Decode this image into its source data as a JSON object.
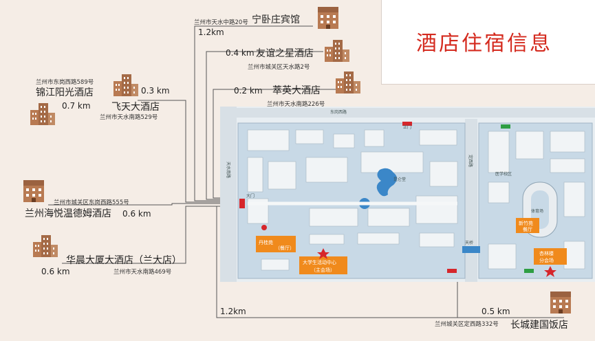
{
  "title": "酒店住宿信息",
  "hotels": [
    {
      "name": "宁卧庄宾馆",
      "address": "兰州市天水中路20号",
      "distance": "1.2km"
    },
    {
      "name": "友谊之星酒店",
      "address": "兰州市城关区天水路2号",
      "distance": "0.4 km"
    },
    {
      "name": "萃英大酒店",
      "address": "兰州市天水南路226号",
      "distance": "0.2 km"
    },
    {
      "name": "锦江阳光酒店",
      "address": "兰州市东岗西路589号",
      "distance": "0.7 km"
    },
    {
      "name": "飞天大酒店",
      "address": "兰州市天水南路529号",
      "distance": "0.3 km"
    },
    {
      "name": "兰州海悦温德姆酒店",
      "address": "兰州市城关区东岗西路555号",
      "distance": "0.6 km"
    },
    {
      "name": "华晨大厦大酒店（兰大店）",
      "address": "兰州市天水南路469号",
      "distance": "0.6 km"
    },
    {
      "name": "长城建国饭店",
      "address": "兰州城关区定西路332号",
      "distance": "0.5 km"
    }
  ],
  "extra_distance": "1.2km",
  "campus": {
    "venue_main": "大学生活动中心",
    "venue_main_sub": "（主会场）",
    "venue_dan": "丹桂苑",
    "venue_dan_sub": "（餐厅）",
    "venue_xin": "新竹苑",
    "venue_xin_sub": "餐厅",
    "venue_sub": "杏林楼",
    "venue_sub2": "分会场",
    "label_gate": "大门",
    "label_tq": "天桥",
    "label_west_gate": "正门",
    "label_road_tianshui": "天水南路",
    "label_road_dingxi": "定西路",
    "label_yi": "医学校区",
    "label_north": "东岗西路",
    "label_stadium": "体育场",
    "label_lake": "昆仑堂"
  }
}
